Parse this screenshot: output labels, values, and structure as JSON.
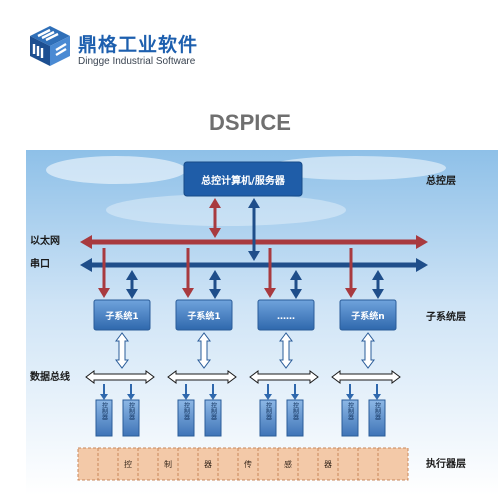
{
  "brand": {
    "name_cn": "鼎格工业软件",
    "name_en": "Dingge Industrial Software"
  },
  "product": {
    "title": "DSPICE"
  },
  "diagram": {
    "server_label": "总控计算机/服务器",
    "ethernet_label": "以太网",
    "serial_label": "串口",
    "data_bus_label": "数据总线",
    "layers": {
      "control": "总控层",
      "subsystem": "子系统层",
      "executor": "执行器层"
    },
    "subsystems": [
      "子系统1",
      "子系统1",
      "……",
      "子系统n"
    ],
    "controller_label": "控制器",
    "executor_chars": [
      "控",
      "制",
      "器",
      "传",
      "感",
      "器"
    ],
    "colors": {
      "ethernet": "#a83a3f",
      "serial": "#1f4e8a",
      "box": "#3f7cc4",
      "server": "#1f5da8",
      "executor": "#f3c9a8"
    }
  }
}
